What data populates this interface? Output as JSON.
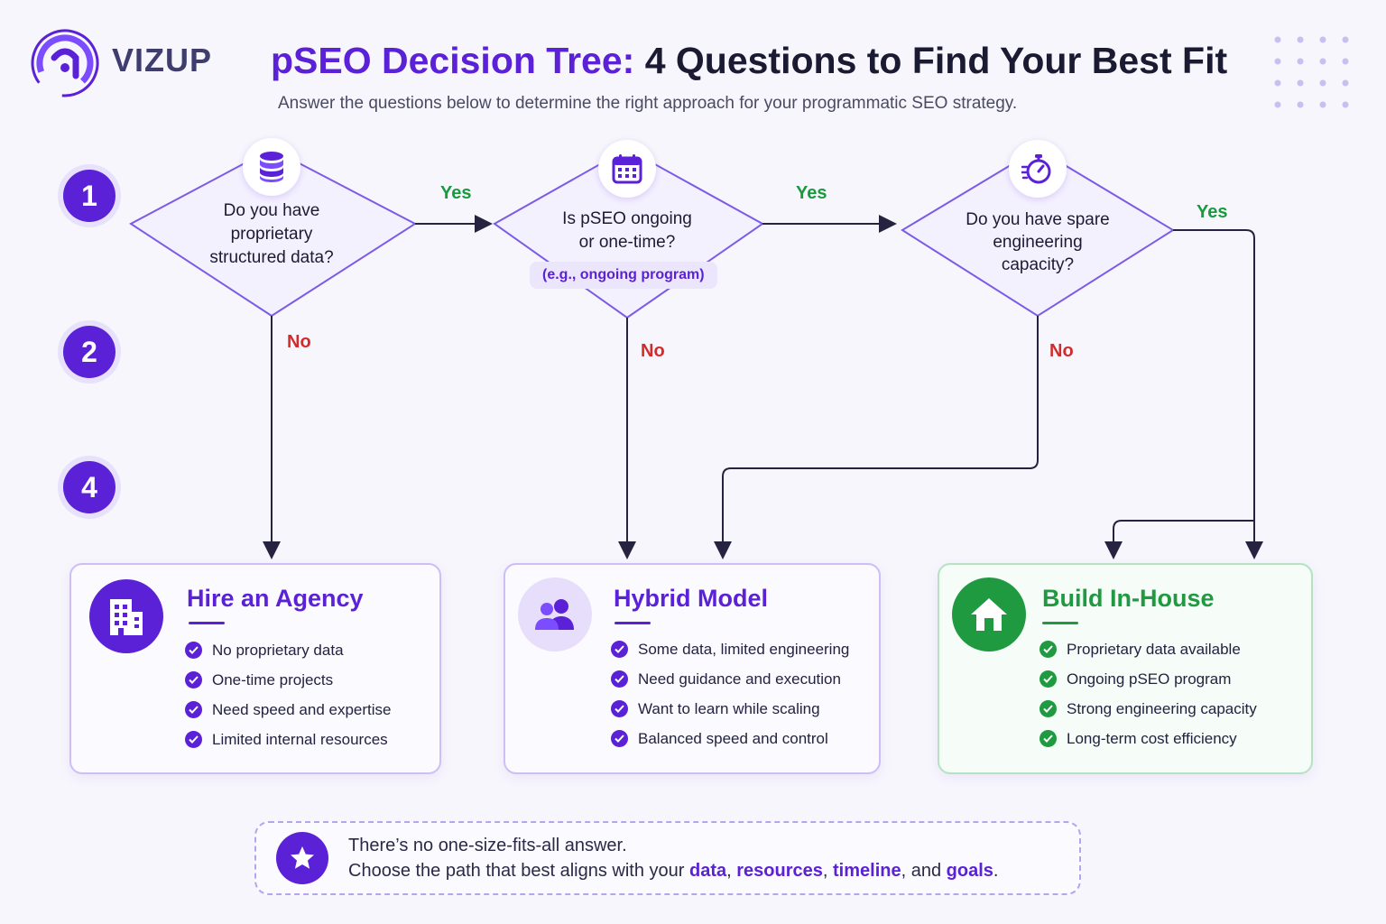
{
  "brand": {
    "name": "VIZUP"
  },
  "header": {
    "title_highlight": "pSEO Decision Tree:",
    "title_rest": "4 Questions to Find Your Best Fit",
    "subtitle": "Answer the questions below to determine the right approach for your programmatic SEO strategy."
  },
  "steps": [
    "1",
    "2",
    "4"
  ],
  "questions": [
    {
      "line1": "Do you have",
      "line2": "proprietary",
      "line3": "structured data?",
      "icon": "database-icon"
    },
    {
      "line1": "Is pSEO ongoing",
      "line2": "or one-time?",
      "hint": "(e.g., ongoing program)",
      "icon": "calendar-icon"
    },
    {
      "line1": "Do you have spare",
      "line2": "engineering",
      "line3": "capacity?",
      "icon": "stopwatch-icon"
    }
  ],
  "edges": {
    "yes": "Yes",
    "no": "No"
  },
  "outcomes": [
    {
      "title": "Hire an Agency",
      "icon": "building-icon",
      "items": [
        "No proprietary data",
        "One-time projects",
        "Need speed and expertise",
        "Limited internal resources"
      ]
    },
    {
      "title": "Hybrid Model",
      "icon": "users-icon",
      "items": [
        "Some data, limited engineering",
        "Need guidance and execution",
        "Want to learn while scaling",
        "Balanced speed and control"
      ]
    },
    {
      "title": "Build In-House",
      "icon": "house-icon",
      "items": [
        "Proprietary data available",
        "Ongoing pSEO program",
        "Strong engineering capacity",
        "Long-term cost efficiency"
      ]
    }
  ],
  "note": {
    "line1": "There’s no one-size-fits-all answer.",
    "line2_prefix": "Choose the path that best aligns with your ",
    "k1": "data",
    "sep1": ", ",
    "k2": "resources",
    "sep2": ", ",
    "k3": "timeline",
    "sep3": ", and ",
    "k4": "goals",
    "end": "."
  },
  "colors": {
    "primary": "#5b21d6",
    "yes": "#169b3d",
    "no": "#d22b2b",
    "green": "#1f9a40",
    "connector": "#25233f"
  }
}
